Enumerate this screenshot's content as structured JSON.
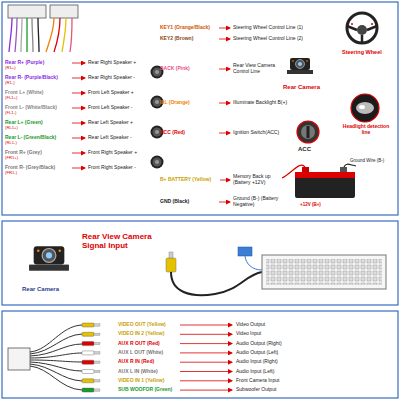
{
  "diagram": {
    "labels": [
      "Rear R+ (Purple)",
      "(R1+)",
      "Rear Right Speaker +",
      "Rear R- (Purple/Black)",
      "(R1-)",
      "Rear Right Speaker -",
      "Front L+ (White)",
      "(FL1+)",
      "Front Left Speaker +",
      "Front L- (White/Black)",
      "(FL1-)",
      "Front Left Speaker -",
      "Rear L+ (Green)",
      "(RL1+)",
      "Rear Left Speaker +",
      "Rear L- (Green/Black)",
      "(RL1-)",
      "Rear Left Speaker -",
      "Front R+ (Grey)",
      "(FR1+)",
      "Front Right Speaker +",
      "Front R- (Grey/Black)",
      "(FR1-)",
      "Front Right Speaker -",
      "KEY1 (Orange/Black)",
      "Steering Wheel Control Line (1)",
      "KEY2 (Brown)",
      "Steering Wheel Control Line (2)",
      "Steering Wheel",
      "BACK (Pink)",
      "Rear View Camera Control Line",
      "Rear Camera",
      "ILL (Orange)",
      "Illuminate Backlight B(+)",
      "Headlight detection line",
      "ACC (Red)",
      "Ignition Switch(ACC)",
      "ACC",
      "B+ BATTERY (Yellow)",
      "Memory Back up (Battery +12V)",
      "Ground Wire (B-)",
      "+12V (B+)",
      "GND (Black)",
      "Ground (B-) (Battery Negative)",
      "Rear View Camera Signal Input",
      "Rear Camera",
      "VIDEO OUT (Yellow)",
      "Video Output",
      "VIDEO IN 2 (Yellow)",
      "Video Input",
      "AUX R OUT (Red)",
      "Audio Output (Right)",
      "AUX L OUT (White)",
      "Audio Output (Left)",
      "AUX R IN (Red)",
      "Audio Input (Right)",
      "AUX L IN (White)",
      "Audio Input (Left)",
      "VIDEO IN 1 (Yellow)",
      "Front Camera Input",
      "SUB WOOFOR (Green)",
      "Subwoofer Output"
    ]
  }
}
